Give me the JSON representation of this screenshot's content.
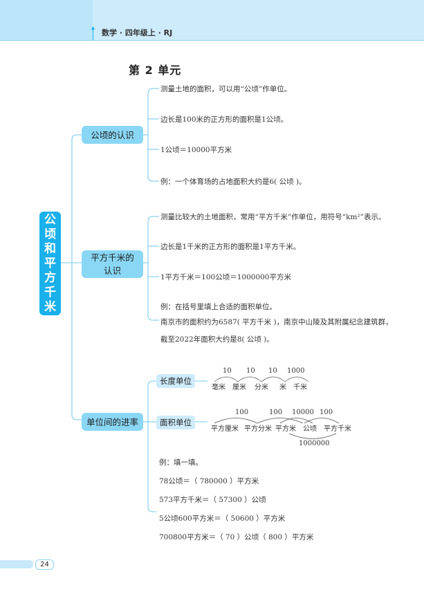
{
  "header": {
    "running_head": "数学 · 四年级上 · RJ"
  },
  "unit_title": "第 2 单元",
  "root": {
    "label_chars": [
      "公",
      "顷",
      "和",
      "平",
      "方",
      "千",
      "米"
    ]
  },
  "branches": [
    {
      "label": "公顷的认识",
      "items": [
        "测量土地的面积，可以用“公顷”作单位。",
        "边长是100米的正方形的面积是1公顷。",
        "1公顷＝10000平方米",
        "例：一个体育场的占地面积大约是6( 公顷 )。"
      ]
    },
    {
      "label_line1": "平方千米的",
      "label_line2": "认识",
      "items": [
        "测量比较大的土地面积，常用“平方千米”作单位，用符号“km²”表示。",
        "边长是1千米的正方形的面积是1平方千米。",
        "1平方千米＝100公顷＝1000000平方米",
        "例：在括号里填上合适的面积单位。",
        "南京市的面积约为6587( 平方千米 )，南京中山陵及其附属纪念建筑群，",
        "截至2022年面积大约是8( 公顷 )。"
      ]
    },
    {
      "label": "单位间的进率",
      "length_units": {
        "label": "长度单位",
        "units": [
          "毫米",
          "厘米",
          "分米",
          "米",
          "千米"
        ],
        "rates": [
          "10",
          "10",
          "10",
          "1000"
        ]
      },
      "area_units": {
        "label": "面积单位",
        "units": [
          "平方厘米",
          "平方分米",
          "平方米",
          "公顷",
          "平方千米"
        ],
        "rates": [
          "100",
          "100",
          "10000",
          "100"
        ],
        "bottom_rate": "1000000"
      },
      "examples": [
        "例：填一填。",
        "78公顷＝（ 780000 ）平方米",
        "573平方千米＝（ 57300 ）公顷",
        "5公顷600平方米＝（ 50600 ）平方米",
        "700800平方米＝（ 70 ）公顷（ 800 ）平方米"
      ]
    }
  ],
  "footer": {
    "page_number": "24"
  },
  "colors": {
    "header_bg": "#cdebfa",
    "root_bg": "#1ab0eb",
    "branch_bg": "#8ad7f5",
    "leaf_bg": "#cdebfa",
    "line": "#8fd3f2"
  }
}
